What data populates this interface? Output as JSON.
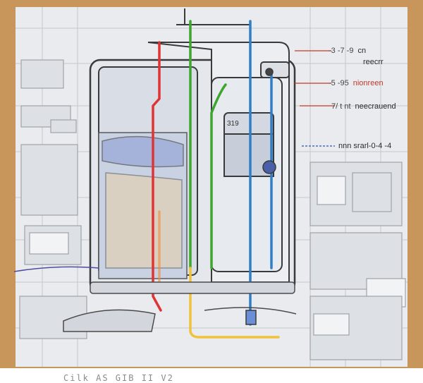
{
  "colors": {
    "frame": "#c8955a",
    "background": "#e9ebee",
    "outline": "#3a3a3a",
    "tank_fill": "#d7dde6",
    "line_red": "#e03434",
    "line_green": "#3ea52f",
    "line_blue": "#2f7fc8",
    "line_yellow": "#f0c23b",
    "line_orange": "#f08a3a"
  },
  "callouts": [
    {
      "code": "-3 -7 -9",
      "label": "cn"
    },
    {
      "code": "",
      "label": "reecrr"
    },
    {
      "code": "-5 -95",
      "label": "nionreen"
    },
    {
      "code": "7/ t nt",
      "label": "neecrauend"
    },
    {
      "code": "",
      "label": "nnn srarl-0-4 -4"
    }
  ],
  "internal_label": "319",
  "caption": "Cilk AS GIB II V2"
}
